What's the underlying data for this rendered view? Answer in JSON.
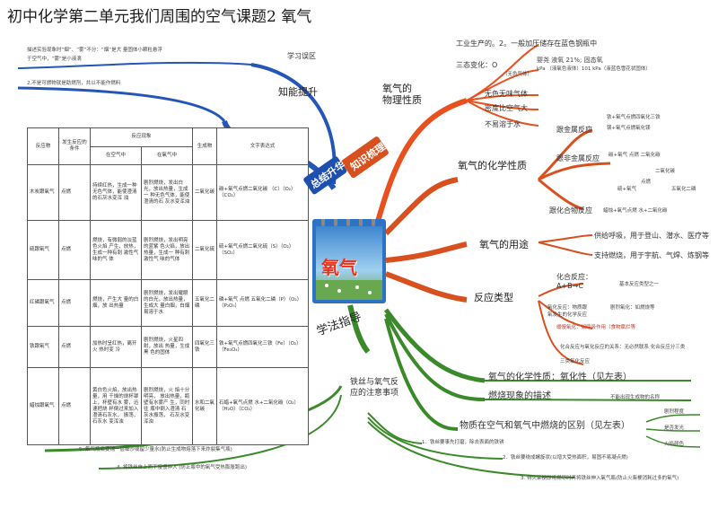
{
  "title": "初中化学第二单元我们周围的空气课题2 氧气",
  "center": {
    "label": "氧气"
  },
  "banners": {
    "summary": "总结升华",
    "knowledge": "知识梳理",
    "method": "学法指导",
    "ability": "知能提升",
    "study_zone": "学习误区"
  },
  "left_notes": {
    "note1": "描述实验现象时“烟”、“雾”不分：“烟”是大 量固体小颗粒悬浮",
    "note1b": "于空气中，“雾”是小液滴",
    "note2": "2.不是可燃物就是助燃剂，共以不能作燃料"
  },
  "physical": {
    "title": "氧气的\n物理性质",
    "industry": "工业生产的。2。一般加压储存在蓝色钢瓶中",
    "three_state": "三态变化：O",
    "three_state_detail": "婴尧 液氧 21%; 固态氧",
    "three_state_detail2": "kPa （液氧色液体）101 kPa（液蓝色雪花状固体）",
    "three_state_note": "（无色气体）",
    "p1": "无色无味气体",
    "p2": "密度比空气大",
    "p3": "不易溶于水"
  },
  "chemical": {
    "title": "氧气的化学性质",
    "metal": "跟金属反应",
    "metal_eq1": "铁+氧气点燃四氧化三铁",
    "metal_eq1b": "镁+氧气点燃氧化镁",
    "nonmetal": "跟非金属反应",
    "nonmetal_eq1": "碳+氧气 点燃 二氧化碳",
    "nonmetal_eq2": "二氧化碳",
    "nonmetal_eq3": "硫+氧气",
    "nonmetal_eq4": "五氧化二磷",
    "nonmetal_eq5": "点燃",
    "compound": "跟化合物反应",
    "compound_eq": "蜡烛+氧气点燃 水+二氧化碳"
  },
  "uses": {
    "title": "氧气的用途",
    "u1": "供给呼吸，用于登山、潜水、医疗等",
    "u2": "支持燃烧，用于宇航、气焊、炼钢等"
  },
  "reaction": {
    "title": "反应类型",
    "combo": "化合反应：",
    "combo_formula": "A+B→C",
    "basic": "基本反应类型之一",
    "oxidation": "氧化反应：物质跟",
    "oxidation2": "氧发生的化学反应",
    "slow": "剧烈氧化：如燃烧等",
    "slow2": "缓慢氧化：如呼吸作用（食物腐烂等",
    "relation": "化合反应与氧化反应的关系：无必然联系 化合反应分三类",
    "relation2": "三类氧化反应"
  },
  "method": {
    "iron": "铁丝与氧气反\n应的注意事项",
    "chem_prop": "氧气的化学性质：氧化性（见左表）",
    "combustion": "燃烧现象的描述",
    "combustion_note": "不能出现生成物的名称",
    "difference": "物质在空气和氧气中燃烧的区别（见左表）",
    "diff1": "剧烈程度",
    "diff2": "是否发光",
    "diff3": "火焰颜色",
    "note1": "1．铁丝要事先打磨，除去表面的铁锈",
    "note2": "2．铁丝要绕成螺旋状(以增大受热面积，易固不易凝点燃)",
    "note3": "3. 待火柴梗即将燃尽时再将铁丝伸入氧气瓶(防止火柴梗消耗过多的氧气)",
    "note4": "4. 将铁丝自上而下慢慢伸入 (防止瓶中的氧气受热膨胀跑出)",
    "note5": "5. 集气瓶底要铺一层细沙或留少量水(防止生成物熔落下来炸裂集气瓶)"
  },
  "table": {
    "headers": [
      "反应物",
      "发生反应的条件",
      "反应现象",
      "生成物",
      "文字表达式"
    ],
    "subheaders": [
      "在空气中",
      "在氧气中"
    ],
    "rows": [
      {
        "name": "木炭跟氧气",
        "cond": "点燃",
        "air": "持续红热，生成一种无色气体，能使澄清 的石灰水变浑 浊",
        "oxy": "剧烈燃烧，发出白光，放出热量，生成一 种无色气体，能使澄清的石 灰水变浑浊",
        "product": "二氧化碳",
        "eq": "碳+氧气点燃二氧化碳 （C）（O₂）（CO₂）"
      },
      {
        "name": "硫跟氧气",
        "cond": "点燃",
        "air": "燃烧，有微弱的淡蓝色火焰 产生，放热，生成一种有刺 激性气味的气 体",
        "oxy": "剧烈燃烧，发出明亮的蓝紫 色火焰，放出热量，生成一 种有刺激性气 味的气体",
        "product": "二氧化硫",
        "eq": "硫+氧气点燃二氧化硫（S）（O₂）（SO₂）"
      },
      {
        "name": "红磷跟氧气",
        "cond": "点燃",
        "air": "燃烧，产生大 量的白烟，放 出热量",
        "oxy": "剧烈燃烧，发出耀眼的白光，放出热量，生成大 量白烟，白烟 易溶于水",
        "product": "五氧化二磷",
        "eq": "磷+氧气 点燃 五氧化二磷（P）（O₂）（P₂O₅）"
      },
      {
        "name": "铁跟氧气",
        "cond": "点燃",
        "air": "加热时呈红热，离开火 热时变 冷",
        "oxy": "剧烈燃烧，火星四射，放出 热量，生成黑 色的固体",
        "product": "四氧化三铁",
        "eq": "铁+氧气点燃四氧化三铁（Fe）（O₂）（Fe₃O₄）"
      },
      {
        "name": "蜡烛跟氧气",
        "cond": "点燃",
        "air": "黄白色火焰，放出热量，用 干燥的烧杯罩 上，杯壁有水 雾，迅速把烧 杯倒过来加入 澄清石灰水， 振荡，石灰水 变浑浊",
        "oxy": "剧烈燃烧，火 焰十分明亮， 放出热量，瓶 壁有水雾产 生，同时往 瓶中倒入澄清 石灰水振荡， 石灰水变浑浊",
        "product": "水和二氧化碳",
        "eq": "石蜡+氧气点燃 水+二氧化碳（O₂）（H₂O）（CO₂）"
      }
    ]
  },
  "colors": {
    "physical_branch": "#e8501d",
    "chemical_branch": "#d9501f",
    "method_branch": "#3a8a2a",
    "left_branch": "#2456b8"
  }
}
